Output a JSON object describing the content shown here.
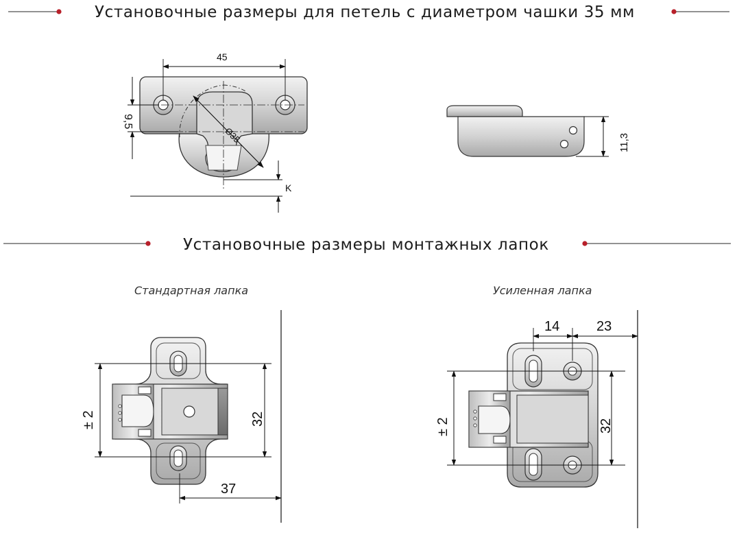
{
  "headers": {
    "cup_section": "Установочные размеры для петель с диаметром чашки 35 мм",
    "plates_section": "Установочные размеры монтажных лапок"
  },
  "captions": {
    "standard_plate": "Стандартная лапка",
    "reinforced_plate": "Усиленная лапка"
  },
  "cup_top_view": {
    "dim_width": "45",
    "dim_offset": "9,5",
    "dim_diameter": "Ø35",
    "dim_k": "K"
  },
  "cup_side_view": {
    "dim_depth": "11,3"
  },
  "standard_plate": {
    "dim_tolerance": "± 2",
    "dim_height": "32",
    "dim_edge": "37"
  },
  "reinforced_plate": {
    "dim_tolerance": "± 2",
    "dim_height": "32",
    "dim_left": "14",
    "dim_right": "23"
  },
  "colors": {
    "accent_dot": "#b8202a",
    "rule_line": "#6e6e6e",
    "metal_light": "#e4e4e4",
    "metal_dark": "#8a8a8a"
  }
}
